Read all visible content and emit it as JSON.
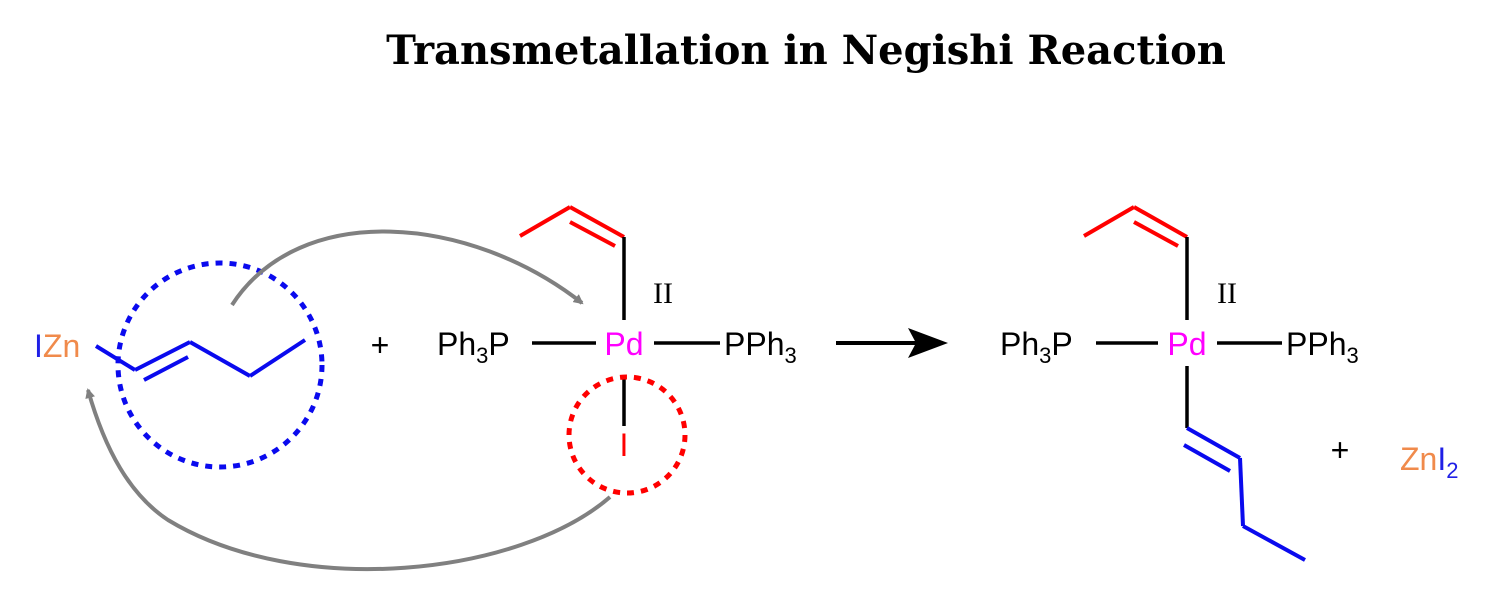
{
  "title": "Transmetallation in Negishi Reaction",
  "colors": {
    "zinc": "#f08a4b",
    "iodine_blue": "#1f1fe6",
    "palladium": "#ff00ff",
    "vinyl_red": "#ff0000",
    "butenyl_blue": "#0a0aee",
    "arrow_gray": "#808080",
    "ink": "#000000"
  },
  "reactant": {
    "organozinc": {
      "halide": "I",
      "metal": "Zn"
    },
    "plus": "+",
    "complex": {
      "left_ligand": {
        "main": "Ph",
        "sub": "3",
        "tail": "P"
      },
      "metal": "Pd",
      "oxidation_state": "II",
      "right_ligand": {
        "main": "PPh",
        "sub": "3"
      },
      "leaving_group": "I"
    }
  },
  "product": {
    "complex": {
      "left_ligand": {
        "main": "Ph",
        "sub": "3",
        "tail": "P"
      },
      "metal": "Pd",
      "oxidation_state": "II",
      "right_ligand": {
        "main": "PPh",
        "sub": "3"
      }
    },
    "plus": "+",
    "byproduct": {
      "metal": "Zn",
      "halide": "I",
      "sub": "2"
    }
  }
}
